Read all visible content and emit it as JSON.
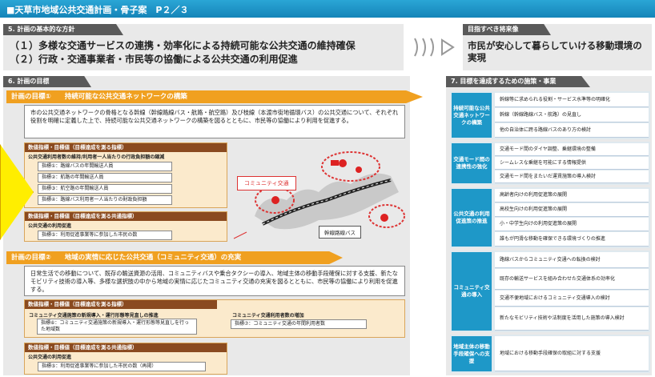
{
  "header": {
    "city": "天草市",
    "title": "地域公共交通計画・骨子案　P２／３"
  },
  "basic_policy": {
    "section_title": "5. 計画の基本的な方針",
    "line1": "（１）多様な交通サービスの連携・効率化による持続可能な公共交通の維持確保",
    "line2": "（２）行政・交通事業者・市民等の協働による公共交通の利用促進"
  },
  "future_vision": {
    "section_title": "目指すべき将来像",
    "text": "市民が安心して暮らしていける移動環境の実現"
  },
  "goals": {
    "section_title": "6. 計画の目標",
    "goal1": {
      "label": "計画の目標①",
      "title": "持続可能な公共交通ネットワークの構築",
      "body": "市の公共交通ネットワークの骨格となる幹線（幹線路線バス・航路・航空路）及び枝線（本渡市街地循環バス）の公共交通について、それぞれ役割を明確に定義した上で、持続可能な公共交通ネットワークの構築を図るとともに、市民等の協働により利用を促進する。",
      "ind_header": "数値指標・目標値（目標達成を測る指標）",
      "ind_sub": "公共交通利用者数の維持/利用者一人当たりの行政負担額の縮減",
      "indicators": [
        "指標①：路線バスの年間輸送人員",
        "指標②：航路の年間輸送人員",
        "指標③：航空路の年間輸送人員",
        "指標④：路線バス利用者一人当たりの財政負担額"
      ],
      "common_header": "数値指標・目標値（目標達成を測る共通指標）",
      "common_sub": "公共交通の利用促進",
      "common_ind": "指標⑤：利用促進事業等に参加した市民の数"
    },
    "goal2": {
      "label": "計画の目標②",
      "title": "地域の実情に応じた公共交通（コミュニティ交通）の充実",
      "body": "日常生活での移動について、既存の輸送資源の活用、コミュニティバスや乗合タクシーの導入、地域主体の移動手段確保に対する支援、新たなモビリティ技術の導入等、多様な選択肢の中から地域の実情に応じたコミュニティ交通の充実を図るとともに、市民等の協働により利用を促進する。",
      "ind_header": "数値指標・目標値（目標達成を測る指標）",
      "left_sub": "コミュニティ交通施策の新規導入・運行形態等見直しの推進",
      "left_ind": "指標⑥：コミュニティ交通施策の新規導入・運行形態等見直しを行った地域数",
      "right_sub": "コミュニティ交通利用者数の増加",
      "right_ind": "指標⑦：コミュニティ交通の年間利用者数",
      "common_header": "数値指標・目標値（目標達成を測る共通指標）",
      "common_sub": "公共交通の利用促進",
      "common_ind": "指標⑤：利用促進事業等に参加した市民の数（再掲）"
    }
  },
  "map": {
    "community_label": "コミュニティ交通",
    "trunk_label": "幹線路線バス"
  },
  "measures": {
    "section_title": "7. 目標を達成するための施策・事業",
    "groups": [
      {
        "category": "持続可能な公共交通ネットワークの構築",
        "items": [
          "幹線等に求められる役割・サービス水準等の明確化",
          "幹線（幹線路線バス・航路）の見直し",
          "他の自治体に跨る路線バスのあり方の検討"
        ]
      },
      {
        "category": "交通モード間の連携性の強化",
        "items": [
          "交通モード間のダイヤ調整、乗継環境の整備",
          "シームレスな乗継を可能にする情報提供",
          "交通モード間をまたいだ運賃施策の導入検討"
        ]
      },
      {
        "category": "公共交通の利用促進策の推進",
        "items": [
          "高齢者向けの利用促進策の展開",
          "高校生向けの利用促進策の展開",
          "小・中学生向けの利用促進策の展開",
          "誰もが円滑な移動を確保できる環境づくりの推進"
        ]
      },
      {
        "category": "コミュニティ交通の導入",
        "items": [
          "路線バスからコミュニティ交通への転換の検討",
          "既存の輸送サービスを組み合わせた交通体系の効率化",
          "交通不便地域におけるコミュニティ交通導入の検討",
          "新たなモビリティ技術や法制度を活用した施策の導入検討"
        ]
      },
      {
        "category": "地域主体の移動手段確保への支援",
        "items": [
          "地域における移動手段確保の取組に対する支援"
        ]
      }
    ]
  },
  "colors": {
    "header": "#1e98c8",
    "goal": "#f0a020",
    "indicator": "#8a4a20",
    "category": "#1e98c8",
    "highlight": "#ffee00"
  }
}
